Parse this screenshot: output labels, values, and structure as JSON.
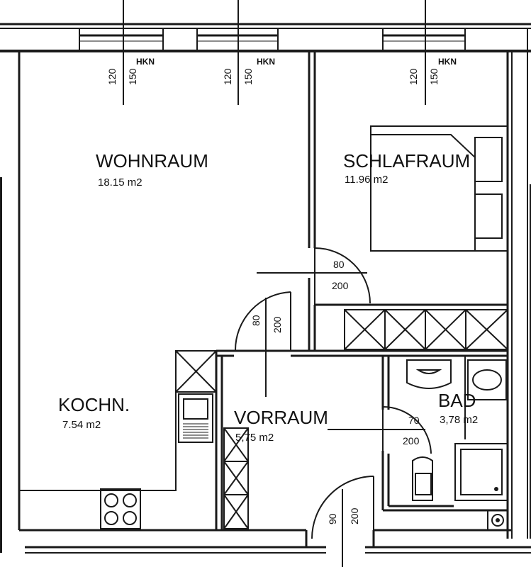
{
  "rooms": {
    "wohnraum": {
      "name": "WOHNRAUM",
      "area": "18.15 m2"
    },
    "schlafraum": {
      "name": "SCHLAFRAUM",
      "area": "11.96 m2"
    },
    "kochn": {
      "name": "KOCHN.",
      "area": "7.54 m2"
    },
    "vorraum": {
      "name": "VORRAUM",
      "area": "5,75 m2"
    },
    "bad": {
      "name": "BAD",
      "area": "3,78 m2"
    }
  },
  "windows": [
    {
      "sill": "120",
      "height": "150",
      "mark": "HKN"
    },
    {
      "sill": "120",
      "height": "150",
      "mark": "HKN"
    },
    {
      "sill": "120",
      "height": "150",
      "mark": "HKN"
    }
  ],
  "doors": {
    "schlafraum": {
      "width": "80",
      "height": "200"
    },
    "wohnraum": {
      "width": "80",
      "height": "200"
    },
    "bad": {
      "width": "70",
      "height": "200"
    },
    "entrance": {
      "width": "90",
      "height": "200"
    }
  }
}
